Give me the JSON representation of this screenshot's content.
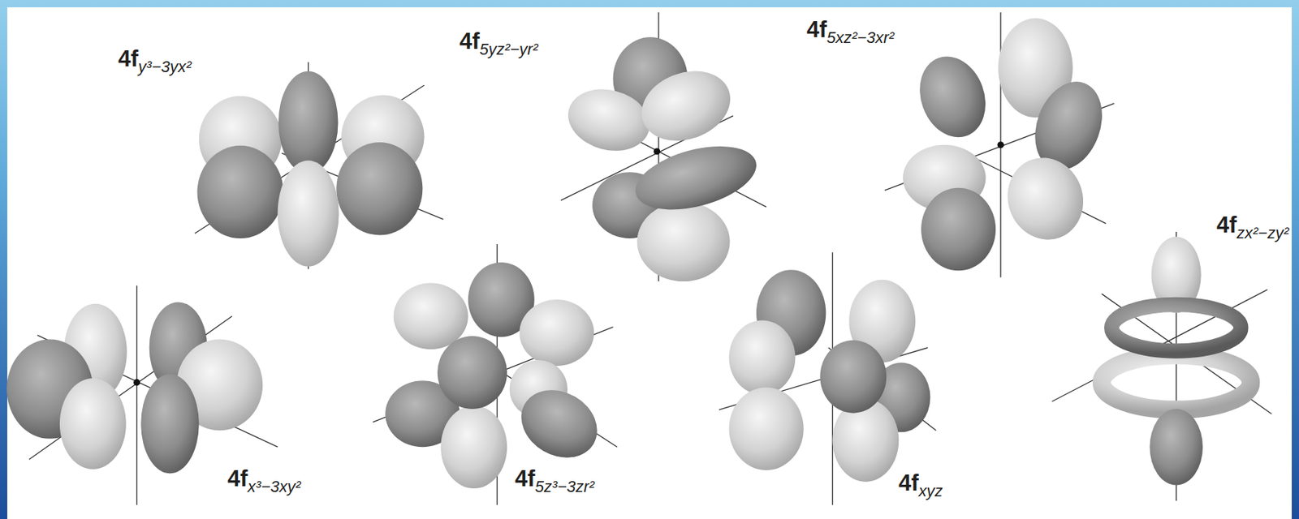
{
  "diagram": {
    "labels": [
      "4fy³−3yx²",
      "4f5yz²−yr²",
      "4f5xz²−3xr²",
      "4fzx²−zy²",
      "4fx³−3xy²",
      "4f5z³−3zr²",
      "4fxyz"
    ]
  }
}
